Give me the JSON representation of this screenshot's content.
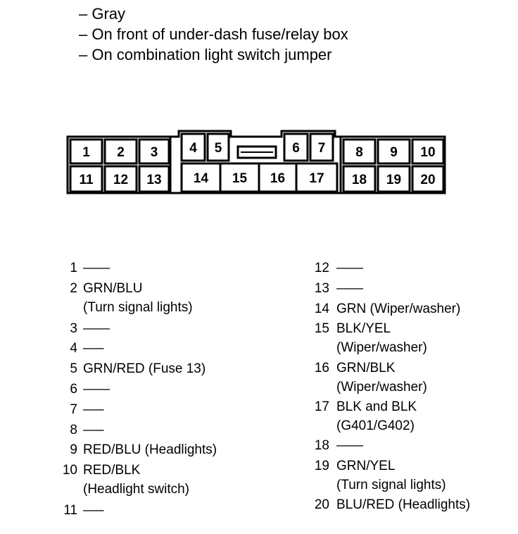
{
  "header": {
    "lines": [
      "– Gray",
      "– On front of under-dash fuse/relay box",
      "– On combination light switch jumper"
    ]
  },
  "connector": {
    "cells": [
      "1",
      "2",
      "3",
      "4",
      "5",
      "6",
      "7",
      "8",
      "9",
      "10",
      "11",
      "12",
      "13",
      "14",
      "15",
      "16",
      "17",
      "18",
      "19",
      "20"
    ]
  },
  "pins_left": [
    {
      "num": "1",
      "wire": "——",
      "note": ""
    },
    {
      "num": "2",
      "wire": "GRN/BLU",
      "note": "(Turn signal lights)"
    },
    {
      "num": "3",
      "wire": "——",
      "note": ""
    },
    {
      "num": "4",
      "wire": "—–",
      "note": ""
    },
    {
      "num": "5",
      "wire": "GRN/RED (Fuse 13)",
      "note": ""
    },
    {
      "num": "6",
      "wire": "——",
      "note": ""
    },
    {
      "num": "7",
      "wire": "—–",
      "note": ""
    },
    {
      "num": "8",
      "wire": "—–",
      "note": ""
    },
    {
      "num": "9",
      "wire": "RED/BLU (Headlights)",
      "note": ""
    },
    {
      "num": "10",
      "wire": "RED/BLK",
      "note": "(Headlight switch)"
    },
    {
      "num": "11",
      "wire": "—–",
      "note": ""
    }
  ],
  "pins_right": [
    {
      "num": "12",
      "wire": "——",
      "note": ""
    },
    {
      "num": "13",
      "wire": "——",
      "note": ""
    },
    {
      "num": "14",
      "wire": "GRN (Wiper/washer)",
      "note": ""
    },
    {
      "num": "15",
      "wire": "BLK/YEL",
      "note": "(Wiper/washer)"
    },
    {
      "num": "16",
      "wire": "GRN/BLK",
      "note": "(Wiper/washer)"
    },
    {
      "num": "17",
      "wire": "BLK and BLK",
      "note": "(G401/G402)"
    },
    {
      "num": "18",
      "wire": "——",
      "note": ""
    },
    {
      "num": "19",
      "wire": "GRN/YEL",
      "note": "(Turn signal lights)"
    },
    {
      "num": "20",
      "wire": "BLU/RED (Headlights)",
      "note": ""
    }
  ]
}
